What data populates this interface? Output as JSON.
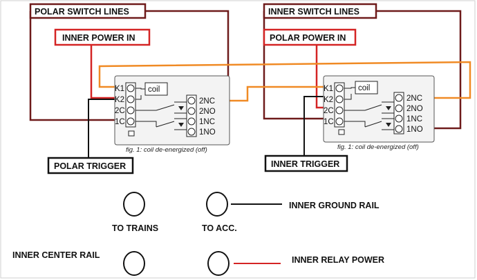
{
  "colors": {
    "dark_red": "#6e1a1a",
    "red": "#d42424",
    "orange": "#f08a24",
    "black": "#111111",
    "relay_fill": "#f3f3f3"
  },
  "labels": {
    "polar_switch_lines": "POLAR SWITCH LINES",
    "inner_power_in": "INNER POWER IN",
    "polar_trigger": "POLAR TRIGGER",
    "inner_switch_lines": "INNER SWITCH LINES",
    "polar_power_in": "POLAR POWER IN",
    "inner_trigger": "INNER TRIGGER",
    "to_trains": "TO TRAINS",
    "to_acc": "TO ACC.",
    "inner_ground_rail": "INNER GROUND RAIL",
    "inner_center_rail": "INNER CENTER RAIL",
    "inner_relay_power": "INNER RELAY POWER"
  },
  "relay": {
    "coil": "coil",
    "left_pins": [
      "K1",
      "K2",
      "2C",
      "1C"
    ],
    "right_pins": [
      "2NC",
      "2NO",
      "1NC",
      "1NO"
    ],
    "caption": "fig. 1: coil de-energized (off)"
  }
}
